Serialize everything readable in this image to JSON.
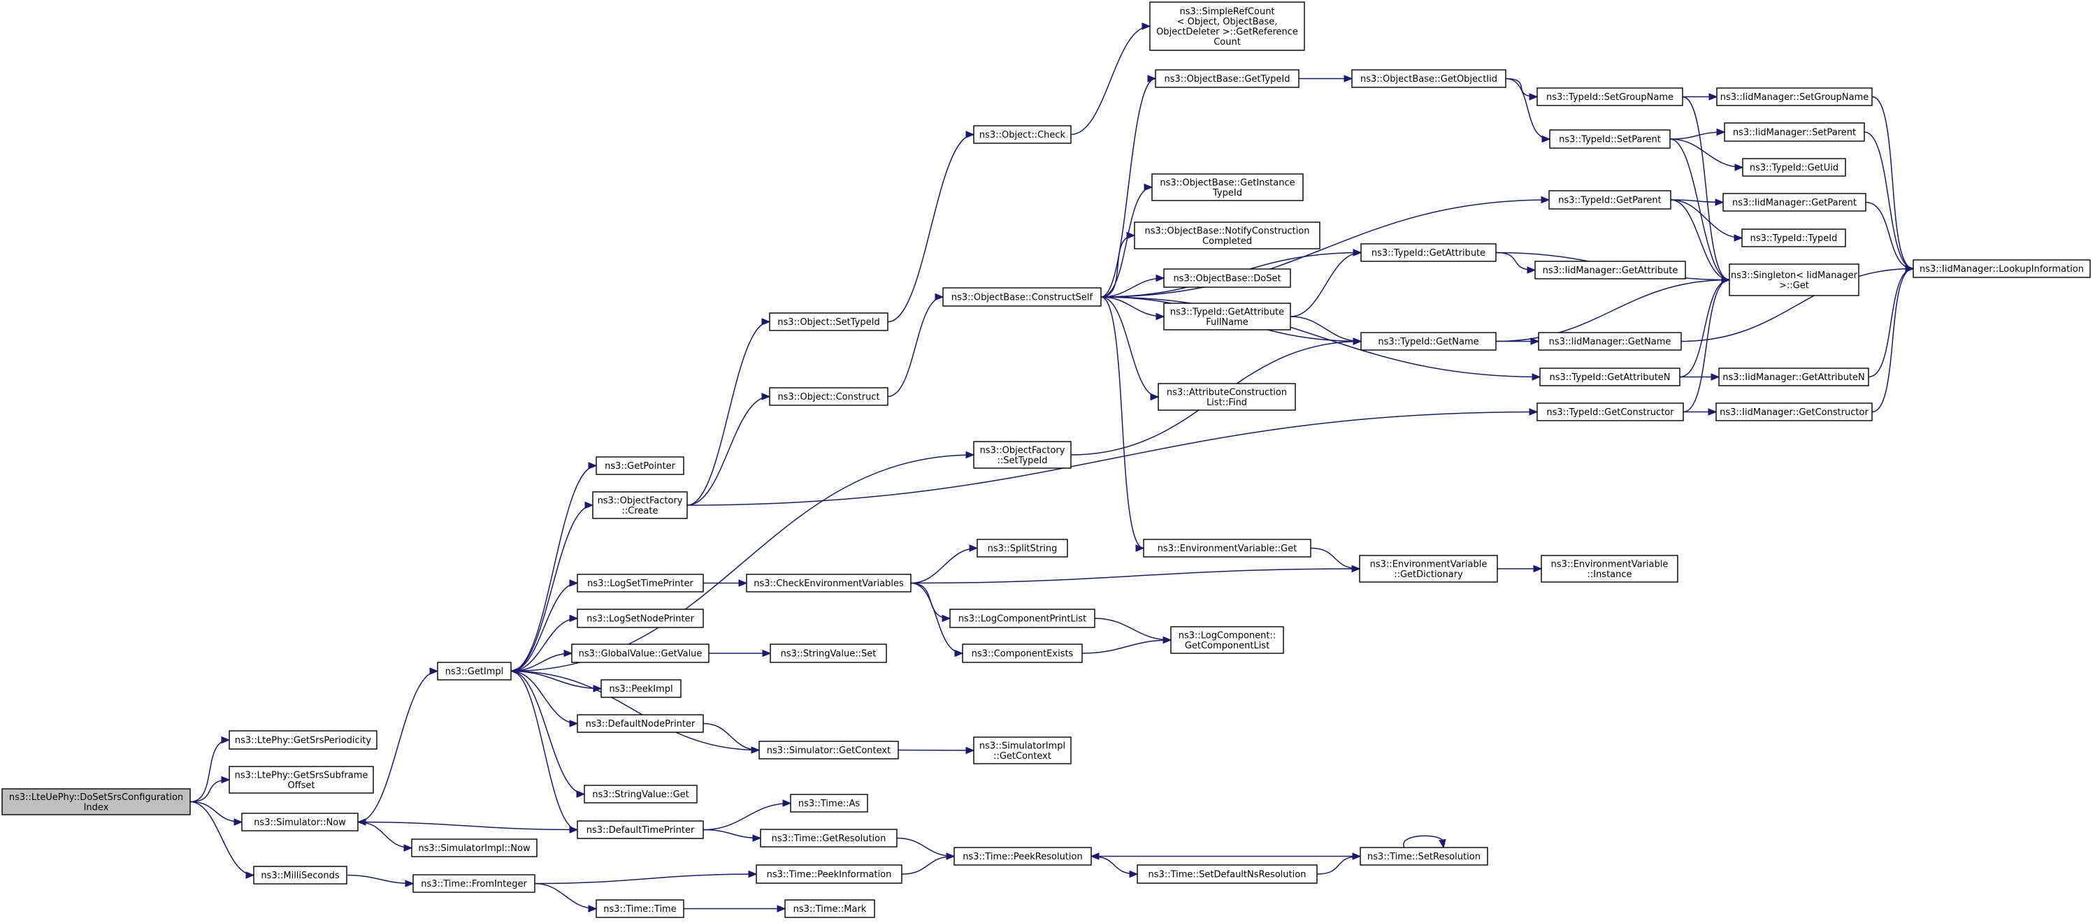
{
  "nodes": [
    {
      "id": "root",
      "lines": [
        "ns3::LteUePhy::DoSetSrsConfiguration",
        "Index"
      ],
      "highlighted": true
    },
    {
      "id": "getSrsPeriodicity",
      "lines": [
        "ns3::LtePhy::GetSrsPeriodicity"
      ]
    },
    {
      "id": "getSrsSubframeOffset",
      "lines": [
        "ns3::LtePhy::GetSrsSubframe",
        "Offset"
      ]
    },
    {
      "id": "simNow",
      "lines": [
        "ns3::Simulator::Now"
      ]
    },
    {
      "id": "milliSeconds",
      "lines": [
        "ns3::MilliSeconds"
      ]
    },
    {
      "id": "getImpl",
      "lines": [
        "ns3::GetImpl"
      ]
    },
    {
      "id": "simImplNow",
      "lines": [
        "ns3::SimulatorImpl::Now"
      ]
    },
    {
      "id": "timeFromInteger",
      "lines": [
        "ns3::Time::FromInteger"
      ]
    },
    {
      "id": "getPointer",
      "lines": [
        "ns3::GetPointer"
      ]
    },
    {
      "id": "objFactoryCreate",
      "lines": [
        "ns3::ObjectFactory",
        "::Create"
      ]
    },
    {
      "id": "logSetTimePrinter",
      "lines": [
        "ns3::LogSetTimePrinter"
      ]
    },
    {
      "id": "logSetNodePrinter",
      "lines": [
        "ns3::LogSetNodePrinter"
      ]
    },
    {
      "id": "globalValueGetValue",
      "lines": [
        "ns3::GlobalValue::GetValue"
      ]
    },
    {
      "id": "peekImpl",
      "lines": [
        "ns3::PeekImpl"
      ]
    },
    {
      "id": "defaultNodePrinter",
      "lines": [
        "ns3::DefaultNodePrinter"
      ]
    },
    {
      "id": "stringValueGet",
      "lines": [
        "ns3::StringValue::Get"
      ]
    },
    {
      "id": "defaultTimePrinter",
      "lines": [
        "ns3::DefaultTimePrinter"
      ]
    },
    {
      "id": "objectSetTypeId",
      "lines": [
        "ns3::Object::SetTypeId"
      ]
    },
    {
      "id": "objectConstruct",
      "lines": [
        "ns3::Object::Construct"
      ]
    },
    {
      "id": "objectCheck",
      "lines": [
        "ns3::Object::Check"
      ]
    },
    {
      "id": "simpleRefCount",
      "lines": [
        "ns3::SimpleRefCount",
        "< Object, ObjectBase,",
        "ObjectDeleter >::GetReference",
        "Count"
      ]
    },
    {
      "id": "objFactorySetTypeId",
      "lines": [
        "ns3::ObjectFactory",
        "::SetTypeId"
      ]
    },
    {
      "id": "checkEnvVars",
      "lines": [
        "ns3::CheckEnvironmentVariables"
      ]
    },
    {
      "id": "stringValueSet",
      "lines": [
        "ns3::StringValue::Set"
      ]
    },
    {
      "id": "simGetContext",
      "lines": [
        "ns3::Simulator::GetContext"
      ]
    },
    {
      "id": "timeAs",
      "lines": [
        "ns3::Time::As"
      ]
    },
    {
      "id": "timeGetResolution",
      "lines": [
        "ns3::Time::GetResolution"
      ]
    },
    {
      "id": "timePeekInformation",
      "lines": [
        "ns3::Time::PeekInformation"
      ]
    },
    {
      "id": "timeTime",
      "lines": [
        "ns3::Time::Time"
      ]
    },
    {
      "id": "timeMark",
      "lines": [
        "ns3::Time::Mark"
      ]
    },
    {
      "id": "objBaseConstructSelf",
      "lines": [
        "ns3::ObjectBase::ConstructSelf"
      ]
    },
    {
      "id": "splitString",
      "lines": [
        "ns3::SplitString"
      ]
    },
    {
      "id": "logComponentPrintList",
      "lines": [
        "ns3::LogComponentPrintList"
      ]
    },
    {
      "id": "componentExists",
      "lines": [
        "ns3::ComponentExists"
      ]
    },
    {
      "id": "simImplGetContext",
      "lines": [
        "ns3::SimulatorImpl",
        "::GetContext"
      ]
    },
    {
      "id": "timePeekResolution",
      "lines": [
        "ns3::Time::PeekResolution"
      ]
    },
    {
      "id": "timeSetDefaultNsRes",
      "lines": [
        "ns3::Time::SetDefaultNsResolution"
      ]
    },
    {
      "id": "timeSetResolution",
      "lines": [
        "ns3::Time::SetResolution"
      ]
    },
    {
      "id": "objBaseGetTypeId",
      "lines": [
        "ns3::ObjectBase::GetTypeId"
      ]
    },
    {
      "id": "objBaseGetInstanceTypeId",
      "lines": [
        "ns3::ObjectBase::GetInstance",
        "TypeId"
      ]
    },
    {
      "id": "objBaseNotifyConstruction",
      "lines": [
        "ns3::ObjectBase::NotifyConstruction",
        "Completed"
      ]
    },
    {
      "id": "objBaseDoSet",
      "lines": [
        "ns3::ObjectBase::DoSet"
      ]
    },
    {
      "id": "typeIdGetAttributeFullName",
      "lines": [
        "ns3::TypeId::GetAttribute",
        "FullName"
      ]
    },
    {
      "id": "attrConstructionListFind",
      "lines": [
        "ns3::AttributeConstruction",
        "List::Find"
      ]
    },
    {
      "id": "envVarGet",
      "lines": [
        "ns3::EnvironmentVariable::Get"
      ]
    },
    {
      "id": "logComponentGetList",
      "lines": [
        "ns3::LogComponent::",
        "GetComponentList"
      ]
    },
    {
      "id": "objBaseGetObjectIid",
      "lines": [
        "ns3::ObjectBase::GetObjectIid"
      ]
    },
    {
      "id": "typeIdGetAttribute",
      "lines": [
        "ns3::TypeId::GetAttribute"
      ]
    },
    {
      "id": "typeIdGetName",
      "lines": [
        "ns3::TypeId::GetName"
      ]
    },
    {
      "id": "envVarGetDictionary",
      "lines": [
        "ns3::EnvironmentVariable",
        "::GetDictionary"
      ]
    },
    {
      "id": "typeIdSetGroupName",
      "lines": [
        "ns3::TypeId::SetGroupName"
      ]
    },
    {
      "id": "typeIdSetParent",
      "lines": [
        "ns3::TypeId::SetParent"
      ]
    },
    {
      "id": "typeIdGetParent",
      "lines": [
        "ns3::TypeId::GetParent"
      ]
    },
    {
      "id": "iidGetAttribute",
      "lines": [
        "ns3::IidManager::GetAttribute"
      ]
    },
    {
      "id": "iidGetName",
      "lines": [
        "ns3::IidManager::GetName"
      ]
    },
    {
      "id": "typeIdGetAttributeN",
      "lines": [
        "ns3::TypeId::GetAttributeN"
      ]
    },
    {
      "id": "typeIdGetConstructor",
      "lines": [
        "ns3::TypeId::GetConstructor"
      ]
    },
    {
      "id": "envVarInstance",
      "lines": [
        "ns3::EnvironmentVariable",
        "::Instance"
      ]
    },
    {
      "id": "iidSetGroupName",
      "lines": [
        "ns3::IidManager::SetGroupName"
      ]
    },
    {
      "id": "iidSetParent",
      "lines": [
        "ns3::IidManager::SetParent"
      ]
    },
    {
      "id": "typeIdGetUid",
      "lines": [
        "ns3::TypeId::GetUid"
      ]
    },
    {
      "id": "iidGetParent",
      "lines": [
        "ns3::IidManager::GetParent"
      ]
    },
    {
      "id": "typeIdTypeId",
      "lines": [
        "ns3::TypeId::TypeId"
      ]
    },
    {
      "id": "singletonGet",
      "lines": [
        "ns3::Singleton< IidManager",
        ">::Get"
      ]
    },
    {
      "id": "iidGetAttributeN",
      "lines": [
        "ns3::IidManager::GetAttributeN"
      ]
    },
    {
      "id": "iidGetConstructor",
      "lines": [
        "ns3::IidManager::GetConstructor"
      ]
    },
    {
      "id": "iidLookupInformation",
      "lines": [
        "ns3::IidManager::LookupInformation"
      ]
    }
  ],
  "edges": [
    [
      "root",
      "getSrsPeriodicity"
    ],
    [
      "root",
      "getSrsSubframeOffset"
    ],
    [
      "root",
      "simNow"
    ],
    [
      "root",
      "milliSeconds"
    ],
    [
      "simNow",
      "getImpl"
    ],
    [
      "simNow",
      "simImplNow"
    ],
    [
      "milliSeconds",
      "timeFromInteger"
    ],
    [
      "getImpl",
      "getPointer"
    ],
    [
      "getImpl",
      "objFactoryCreate"
    ],
    [
      "getImpl",
      "objFactorySetTypeId"
    ],
    [
      "getImpl",
      "logSetTimePrinter"
    ],
    [
      "getImpl",
      "logSetNodePrinter"
    ],
    [
      "getImpl",
      "globalValueGetValue"
    ],
    [
      "getImpl",
      "peekImpl"
    ],
    [
      "getImpl",
      "defaultNodePrinter"
    ],
    [
      "getImpl",
      "stringValueGet"
    ],
    [
      "getImpl",
      "defaultTimePrinter"
    ],
    [
      "objFactoryCreate",
      "objectSetTypeId"
    ],
    [
      "objFactoryCreate",
      "objectConstruct"
    ],
    [
      "objFactoryCreate",
      "typeIdGetConstructor"
    ],
    [
      "objectSetTypeId",
      "objectCheck"
    ],
    [
      "objectCheck",
      "simpleRefCount"
    ],
    [
      "objectConstruct",
      "objBaseConstructSelf"
    ],
    [
      "objFactorySetTypeId",
      "typeIdGetName"
    ],
    [
      "logSetTimePrinter",
      "checkEnvVars"
    ],
    [
      "checkEnvVars",
      "splitString"
    ],
    [
      "checkEnvVars",
      "envVarGetDictionary"
    ],
    [
      "checkEnvVars",
      "logComponentPrintList"
    ],
    [
      "checkEnvVars",
      "componentExists"
    ],
    [
      "globalValueGetValue",
      "stringValueSet"
    ],
    [
      "defaultNodePrinter",
      "simGetContext"
    ],
    [
      "simGetContext",
      "getImpl"
    ],
    [
      "simGetContext",
      "simImplGetContext"
    ],
    [
      "defaultTimePrinter",
      "simNow"
    ],
    [
      "defaultTimePrinter",
      "timeAs"
    ],
    [
      "defaultTimePrinter",
      "timeGetResolution"
    ],
    [
      "timeGetResolution",
      "timePeekResolution"
    ],
    [
      "timeFromInteger",
      "timePeekInformation"
    ],
    [
      "timeFromInteger",
      "timeTime"
    ],
    [
      "timePeekInformation",
      "timePeekResolution"
    ],
    [
      "timeTime",
      "timeMark"
    ],
    [
      "timePeekResolution",
      "timeSetDefaultNsRes"
    ],
    [
      "timeSetDefaultNsRes",
      "timeSetResolution"
    ],
    [
      "timeSetResolution",
      "timeSetResolution"
    ],
    [
      "timeSetResolution",
      "timePeekResolution"
    ],
    [
      "logComponentPrintList",
      "logComponentGetList"
    ],
    [
      "componentExists",
      "logComponentGetList"
    ],
    [
      "objBaseConstructSelf",
      "objBaseGetTypeId"
    ],
    [
      "objBaseConstructSelf",
      "typeIdGetParent"
    ],
    [
      "objBaseConstructSelf",
      "objBaseGetInstanceTypeId"
    ],
    [
      "objBaseConstructSelf",
      "typeIdGetAttribute"
    ],
    [
      "objBaseConstructSelf",
      "objBaseNotifyConstruction"
    ],
    [
      "objBaseConstructSelf",
      "objBaseDoSet"
    ],
    [
      "objBaseConstructSelf",
      "typeIdGetAttributeFullName"
    ],
    [
      "objBaseConstructSelf",
      "typeIdGetName"
    ],
    [
      "objBaseConstructSelf",
      "attrConstructionListFind"
    ],
    [
      "objBaseConstructSelf",
      "typeIdGetAttributeN"
    ],
    [
      "objBaseConstructSelf",
      "envVarGet"
    ],
    [
      "objBaseGetTypeId",
      "objBaseGetObjectIid"
    ],
    [
      "objBaseGetObjectIid",
      "typeIdSetGroupName"
    ],
    [
      "objBaseGetObjectIid",
      "typeIdSetParent"
    ],
    [
      "typeIdGetAttributeFullName",
      "typeIdGetAttribute"
    ],
    [
      "typeIdGetAttributeFullName",
      "typeIdGetName"
    ],
    [
      "envVarGet",
      "envVarGetDictionary"
    ],
    [
      "envVarGetDictionary",
      "envVarInstance"
    ],
    [
      "typeIdGetAttribute",
      "iidGetAttribute"
    ],
    [
      "typeIdGetAttribute",
      "singletonGet"
    ],
    [
      "typeIdGetName",
      "iidGetName"
    ],
    [
      "typeIdGetName",
      "singletonGet"
    ],
    [
      "typeIdSetGroupName",
      "iidSetGroupName"
    ],
    [
      "typeIdSetGroupName",
      "singletonGet"
    ],
    [
      "typeIdSetParent",
      "iidSetParent"
    ],
    [
      "typeIdSetParent",
      "typeIdGetUid"
    ],
    [
      "typeIdSetParent",
      "singletonGet"
    ],
    [
      "typeIdGetParent",
      "iidGetParent"
    ],
    [
      "typeIdGetParent",
      "typeIdTypeId"
    ],
    [
      "typeIdGetParent",
      "singletonGet"
    ],
    [
      "typeIdGetAttributeN",
      "iidGetAttributeN"
    ],
    [
      "typeIdGetAttributeN",
      "singletonGet"
    ],
    [
      "typeIdGetConstructor",
      "iidGetConstructor"
    ],
    [
      "typeIdGetConstructor",
      "singletonGet"
    ],
    [
      "iidSetGroupName",
      "iidLookupInformation"
    ],
    [
      "iidSetParent",
      "iidLookupInformation"
    ],
    [
      "iidGetParent",
      "iidLookupInformation"
    ],
    [
      "iidGetName",
      "iidLookupInformation"
    ],
    [
      "iidGetAttributeN",
      "iidLookupInformation"
    ],
    [
      "iidGetConstructor",
      "iidLookupInformation"
    ]
  ]
}
